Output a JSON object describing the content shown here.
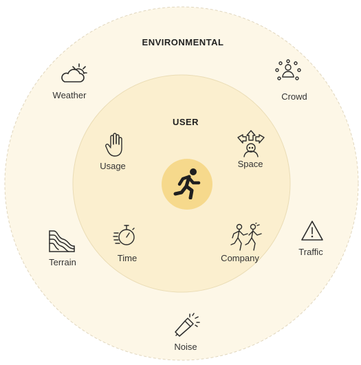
{
  "outer_ring": {
    "title": "ENVIRONMENTAL"
  },
  "inner_ring": {
    "title": "USER"
  },
  "center": {
    "icon": "running-person-icon",
    "fill": "#f6d98c"
  },
  "environmental_factors": [
    {
      "label": "Weather",
      "icon": "weather-icon"
    },
    {
      "label": "Crowd",
      "icon": "crowd-icon"
    },
    {
      "label": "Terrain",
      "icon": "terrain-icon"
    },
    {
      "label": "Traffic",
      "icon": "traffic-warning-icon"
    },
    {
      "label": "Noise",
      "icon": "noise-icon"
    }
  ],
  "user_factors": [
    {
      "label": "Usage",
      "icon": "hand-icon"
    },
    {
      "label": "Space",
      "icon": "space-icon"
    },
    {
      "label": "Time",
      "icon": "stopwatch-icon"
    },
    {
      "label": "Company",
      "icon": "company-icon"
    }
  ],
  "colors": {
    "outer_fill": "#fdf7e7",
    "inner_fill": "#fbefcf",
    "center_fill": "#f6d98c",
    "ring_border": "#e6dcc3"
  }
}
